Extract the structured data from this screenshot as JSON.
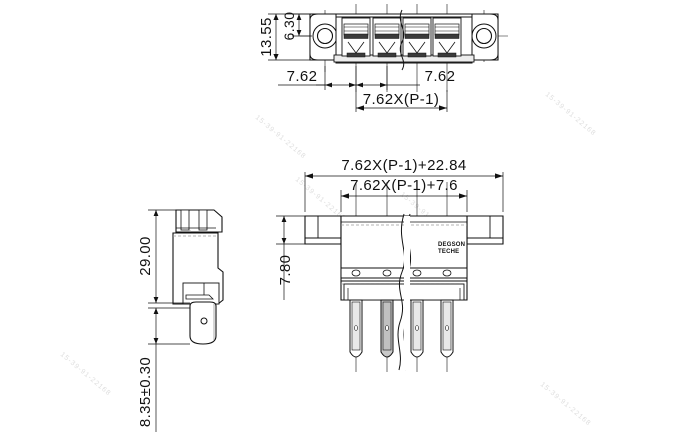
{
  "drawing": {
    "type": "mechanical-engineering-drawing",
    "subject": "7.62mm pitch pluggable terminal block connector",
    "poles_shown": 4,
    "views": [
      {
        "name": "top-view",
        "label": ""
      },
      {
        "name": "front-view",
        "label": ""
      },
      {
        "name": "side-view",
        "label": ""
      }
    ]
  },
  "top_view": {
    "dimensions": {
      "overall_height": "13.55",
      "hole_center_height": "6.30",
      "edge_to_first_pin": "7.62",
      "pitch": "7.62",
      "pin_span": "7.62X(P-1)"
    }
  },
  "front_view": {
    "dimensions": {
      "overall_width": "7.62X(P-1)+22.84",
      "body_width": "7.62X(P-1)+7.6",
      "flange_height": "7.80"
    }
  },
  "side_view": {
    "dimensions": {
      "body_height": "29.00",
      "pin_length": "8.35±0.30"
    }
  },
  "branding": {
    "logo_line1": "DEGSON",
    "logo_line2": "TECHE"
  },
  "watermark": {
    "text": "15-39-91-22168"
  },
  "colors": {
    "line": "#111111",
    "hidden_line": "#9a9a9a",
    "fill_light": "#f2f2f2",
    "fill_mid": "#c9c9c9",
    "background": "#ffffff"
  }
}
